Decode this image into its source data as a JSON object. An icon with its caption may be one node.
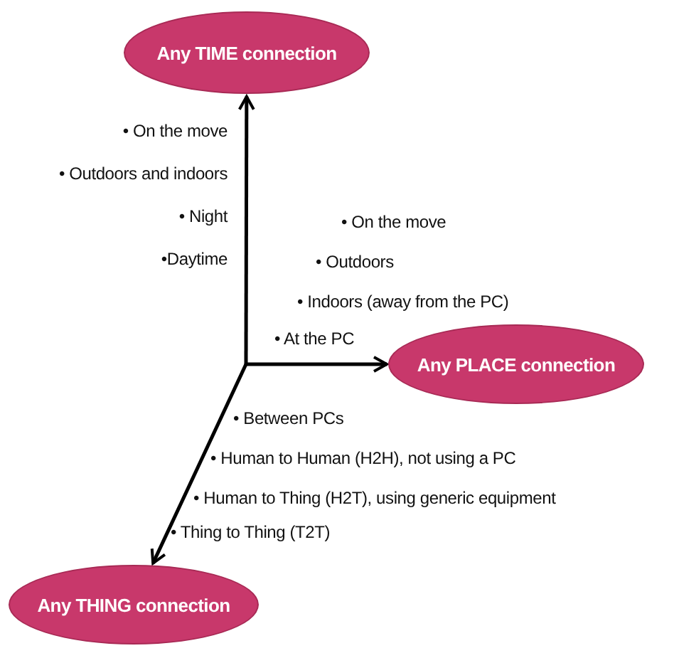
{
  "diagram": {
    "nodes": [
      {
        "text": [
          "Any TIME connection"
        ]
      },
      {
        "text": [
          "Any PLACE connection"
        ]
      },
      {
        "text": [
          "Any THING connection"
        ]
      }
    ],
    "edges": [
      {
        "from": null,
        "to": 0,
        "arrow": "to"
      },
      {
        "from": null,
        "to": 1,
        "arrow": "to"
      },
      {
        "from": null,
        "to": 2,
        "arrow": "to"
      }
    ],
    "labels": [
      "• On the move",
      "• Outdoors and indoors",
      "• Night",
      "•Daytime",
      "• On the move",
      "• Outdoors",
      "• Indoors (away from the PC)",
      "• At the PC",
      "• Between PCs",
      "• Human to Human (H2H), not using a PC",
      "• Human to Thing (H2T), using generic equipment",
      "• Thing to Thing (T2T)"
    ]
  }
}
